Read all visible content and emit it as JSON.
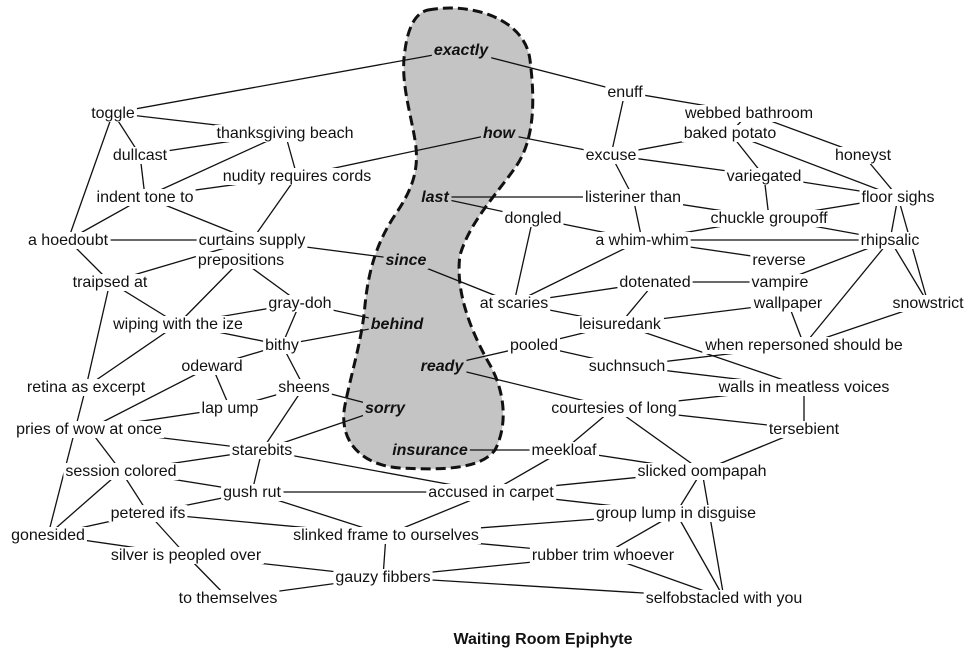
{
  "title": "Waiting Room Epiphyte",
  "colors": {
    "region_fill": "#c4c4c4",
    "region_stroke": "#111111",
    "line": "#111111",
    "text": "#111111"
  },
  "nodes": [
    {
      "id": "exactly",
      "label": "exactly",
      "bold": true
    },
    {
      "id": "how",
      "label": "how",
      "bold": true
    },
    {
      "id": "last",
      "label": "last",
      "bold": true
    },
    {
      "id": "since",
      "label": "since",
      "bold": true
    },
    {
      "id": "behind",
      "label": "behind",
      "bold": true
    },
    {
      "id": "ready",
      "label": "ready",
      "bold": true
    },
    {
      "id": "sorry",
      "label": "sorry",
      "bold": true
    },
    {
      "id": "insurance",
      "label": "insurance",
      "bold": true
    },
    {
      "id": "toggle",
      "label": "toggle"
    },
    {
      "id": "thanksgiving",
      "label": "thanksgiving beach"
    },
    {
      "id": "dullcast",
      "label": "dullcast"
    },
    {
      "id": "nudity",
      "label": "nudity requires cords"
    },
    {
      "id": "indent",
      "label": "indent tone to"
    },
    {
      "id": "hoedoubt",
      "label": "a hoedoubt"
    },
    {
      "id": "curtains",
      "label": "curtains supply"
    },
    {
      "id": "prepositions",
      "label": "prepositions"
    },
    {
      "id": "traipsed",
      "label": "traipsed at"
    },
    {
      "id": "graydoh",
      "label": "gray-doh"
    },
    {
      "id": "wiping",
      "label": "wiping with the ize"
    },
    {
      "id": "bithy",
      "label": "bithy"
    },
    {
      "id": "odeward",
      "label": "odeward"
    },
    {
      "id": "retina",
      "label": "retina as excerpt"
    },
    {
      "id": "sheens",
      "label": "sheens"
    },
    {
      "id": "lapump",
      "label": "lap ump"
    },
    {
      "id": "pries",
      "label": "pries of wow at once"
    },
    {
      "id": "starebits",
      "label": "starebits"
    },
    {
      "id": "session",
      "label": "session colored"
    },
    {
      "id": "gushrut",
      "label": "gush rut"
    },
    {
      "id": "petered",
      "label": "petered ifs"
    },
    {
      "id": "gonesided",
      "label": "gonesided"
    },
    {
      "id": "slinked",
      "label": "slinked frame to ourselves"
    },
    {
      "id": "silver",
      "label": "silver is peopled over"
    },
    {
      "id": "gauzy",
      "label": "gauzy fibbers"
    },
    {
      "id": "tothemselves",
      "label": "to themselves"
    },
    {
      "id": "enuff",
      "label": "enuff"
    },
    {
      "id": "webbed",
      "label": "webbed bathroom"
    },
    {
      "id": "baked",
      "label": "baked potato"
    },
    {
      "id": "excuse",
      "label": "excuse"
    },
    {
      "id": "honeyst",
      "label": "honeyst"
    },
    {
      "id": "variegated",
      "label": "variegated"
    },
    {
      "id": "listeriner",
      "label": "listeriner than"
    },
    {
      "id": "floorsighs",
      "label": "floor sighs"
    },
    {
      "id": "dongled",
      "label": "dongled"
    },
    {
      "id": "chuckle",
      "label": "chuckle groupoff"
    },
    {
      "id": "whimwhim",
      "label": "a whim-whim"
    },
    {
      "id": "rhipsalic",
      "label": "rhipsalic"
    },
    {
      "id": "reverse",
      "label": "reverse"
    },
    {
      "id": "dotenated",
      "label": "dotenated"
    },
    {
      "id": "vampire",
      "label": "vampire"
    },
    {
      "id": "atscaries",
      "label": "at scaries"
    },
    {
      "id": "wallpaper",
      "label": "wallpaper"
    },
    {
      "id": "snowstrict",
      "label": "snowstrict"
    },
    {
      "id": "leisuredank",
      "label": "leisuredank"
    },
    {
      "id": "pooled",
      "label": "pooled"
    },
    {
      "id": "repersoned",
      "label": "when repersoned should be"
    },
    {
      "id": "suchnsuch",
      "label": "suchnsuch"
    },
    {
      "id": "walls",
      "label": "walls in meatless voices"
    },
    {
      "id": "courtesies",
      "label": "courtesies of long"
    },
    {
      "id": "tersebient",
      "label": "tersebient"
    },
    {
      "id": "meekloaf",
      "label": "meekloaf"
    },
    {
      "id": "slicked",
      "label": "slicked oompapah"
    },
    {
      "id": "accused",
      "label": "accused in carpet"
    },
    {
      "id": "grouplump",
      "label": "group lump in disguise"
    },
    {
      "id": "rubber",
      "label": "rubber trim whoever"
    },
    {
      "id": "selfobstacled",
      "label": "selfobstacled with you"
    }
  ],
  "edges": [
    [
      "exactly",
      "toggle"
    ],
    [
      "exactly",
      "enuff"
    ],
    [
      "how",
      "nudity"
    ],
    [
      "how",
      "excuse"
    ],
    [
      "last",
      "listeriner"
    ],
    [
      "last",
      "dongled"
    ],
    [
      "since",
      "curtains"
    ],
    [
      "since",
      "atscaries"
    ],
    [
      "behind",
      "graydoh"
    ],
    [
      "behind",
      "bithy"
    ],
    [
      "ready",
      "pooled"
    ],
    [
      "ready",
      "courtesies"
    ],
    [
      "sorry",
      "sheens"
    ],
    [
      "sorry",
      "starebits"
    ],
    [
      "insurance",
      "meekloaf"
    ],
    [
      "toggle",
      "thanksgiving"
    ],
    [
      "toggle",
      "dullcast"
    ],
    [
      "toggle",
      "hoedoubt"
    ],
    [
      "dullcast",
      "thanksgiving"
    ],
    [
      "dullcast",
      "indent"
    ],
    [
      "thanksgiving",
      "indent"
    ],
    [
      "thanksgiving",
      "nudity"
    ],
    [
      "indent",
      "nudity"
    ],
    [
      "indent",
      "curtains"
    ],
    [
      "indent",
      "hoedoubt"
    ],
    [
      "hoedoubt",
      "curtains"
    ],
    [
      "hoedoubt",
      "traipsed"
    ],
    [
      "nudity",
      "curtains"
    ],
    [
      "curtains",
      "traipsed"
    ],
    [
      "prepositions",
      "wiping"
    ],
    [
      "prepositions",
      "graydoh"
    ],
    [
      "traipsed",
      "wiping"
    ],
    [
      "traipsed",
      "retina"
    ],
    [
      "graydoh",
      "wiping"
    ],
    [
      "graydoh",
      "bithy"
    ],
    [
      "wiping",
      "bithy"
    ],
    [
      "wiping",
      "retina"
    ],
    [
      "bithy",
      "odeward"
    ],
    [
      "bithy",
      "sheens"
    ],
    [
      "odeward",
      "pries"
    ],
    [
      "odeward",
      "lapump"
    ],
    [
      "retina",
      "gonesided"
    ],
    [
      "sheens",
      "lapump"
    ],
    [
      "sheens",
      "starebits"
    ],
    [
      "lapump",
      "pries"
    ],
    [
      "pries",
      "session"
    ],
    [
      "pries",
      "starebits"
    ],
    [
      "session",
      "starebits"
    ],
    [
      "session",
      "gushrut"
    ],
    [
      "session",
      "petered"
    ],
    [
      "session",
      "gonesided"
    ],
    [
      "starebits",
      "gushrut"
    ],
    [
      "starebits",
      "accused"
    ],
    [
      "gushrut",
      "accused"
    ],
    [
      "gushrut",
      "slinked"
    ],
    [
      "gushrut",
      "petered"
    ],
    [
      "petered",
      "gonesided"
    ],
    [
      "petered",
      "slinked"
    ],
    [
      "petered",
      "silver"
    ],
    [
      "gonesided",
      "silver"
    ],
    [
      "silver",
      "gauzy"
    ],
    [
      "silver",
      "tothemselves"
    ],
    [
      "slinked",
      "gauzy"
    ],
    [
      "slinked",
      "accused"
    ],
    [
      "slinked",
      "grouplump"
    ],
    [
      "gauzy",
      "rubber"
    ],
    [
      "gauzy",
      "tothemselves"
    ],
    [
      "gauzy",
      "selfobstacled"
    ],
    [
      "enuff",
      "excuse"
    ],
    [
      "enuff",
      "webbed"
    ],
    [
      "webbed",
      "baked"
    ],
    [
      "webbed",
      "honeyst"
    ],
    [
      "baked",
      "excuse"
    ],
    [
      "baked",
      "variegated"
    ],
    [
      "baked",
      "floorsighs"
    ],
    [
      "honeyst",
      "floorsighs"
    ],
    [
      "excuse",
      "variegated"
    ],
    [
      "excuse",
      "listeriner"
    ],
    [
      "variegated",
      "chuckle"
    ],
    [
      "variegated",
      "floorsighs"
    ],
    [
      "listeriner",
      "chuckle"
    ],
    [
      "listeriner",
      "whimwhim"
    ],
    [
      "floorsighs",
      "chuckle"
    ],
    [
      "floorsighs",
      "rhipsalic"
    ],
    [
      "floorsighs",
      "snowstrict"
    ],
    [
      "dongled",
      "whimwhim"
    ],
    [
      "dongled",
      "atscaries"
    ],
    [
      "chuckle",
      "whimwhim"
    ],
    [
      "chuckle",
      "rhipsalic"
    ],
    [
      "whimwhim",
      "rhipsalic"
    ],
    [
      "whimwhim",
      "reverse"
    ],
    [
      "whimwhim",
      "atscaries"
    ],
    [
      "rhipsalic",
      "vampire"
    ],
    [
      "rhipsalic",
      "snowstrict"
    ],
    [
      "rhipsalic",
      "repersoned"
    ],
    [
      "dotenated",
      "vampire"
    ],
    [
      "dotenated",
      "atscaries"
    ],
    [
      "dotenated",
      "leisuredank"
    ],
    [
      "atscaries",
      "leisuredank"
    ],
    [
      "wallpaper",
      "leisuredank"
    ],
    [
      "wallpaper",
      "repersoned"
    ],
    [
      "snowstrict",
      "repersoned"
    ],
    [
      "leisuredank",
      "pooled"
    ],
    [
      "leisuredank",
      "walls"
    ],
    [
      "pooled",
      "suchnsuch"
    ],
    [
      "suchnsuch",
      "repersoned"
    ],
    [
      "suchnsuch",
      "walls"
    ],
    [
      "walls",
      "courtesies"
    ],
    [
      "walls",
      "tersebient"
    ],
    [
      "courtesies",
      "tersebient"
    ],
    [
      "courtesies",
      "meekloaf"
    ],
    [
      "courtesies",
      "slicked"
    ],
    [
      "meekloaf",
      "accused"
    ],
    [
      "meekloaf",
      "slicked"
    ],
    [
      "slicked",
      "tersebient"
    ],
    [
      "slicked",
      "accused"
    ],
    [
      "slicked",
      "grouplump"
    ],
    [
      "slicked",
      "selfobstacled"
    ],
    [
      "accused",
      "grouplump"
    ],
    [
      "grouplump",
      "rubber"
    ],
    [
      "grouplump",
      "selfobstacled"
    ],
    [
      "slinked",
      "rubber"
    ],
    [
      "rubber",
      "selfobstacled"
    ]
  ]
}
